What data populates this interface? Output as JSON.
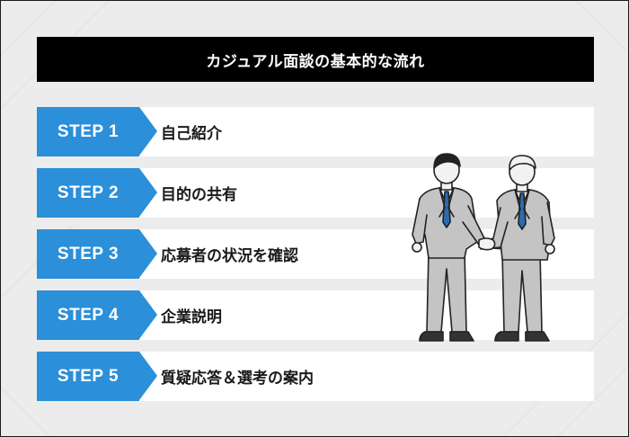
{
  "title": "カジュアル面談の基本的な流れ",
  "steps": [
    {
      "badge": "STEP 1",
      "text": "自己紹介"
    },
    {
      "badge": "STEP 2",
      "text": "目的の共有"
    },
    {
      "badge": "STEP 3",
      "text": "応募者の状況を確認"
    },
    {
      "badge": "STEP 4",
      "text": "企業説明"
    },
    {
      "badge": "STEP 5",
      "text": "質疑応答＆選考の案内"
    }
  ],
  "colors": {
    "accent": "#2b8fd9",
    "title_bg": "#000000",
    "row_bg": "#ffffff",
    "page_bg": "#ececec",
    "suit": "#c4c4c4",
    "tie": "#2b6cb0"
  },
  "icons": [
    "handshake-illustration"
  ]
}
